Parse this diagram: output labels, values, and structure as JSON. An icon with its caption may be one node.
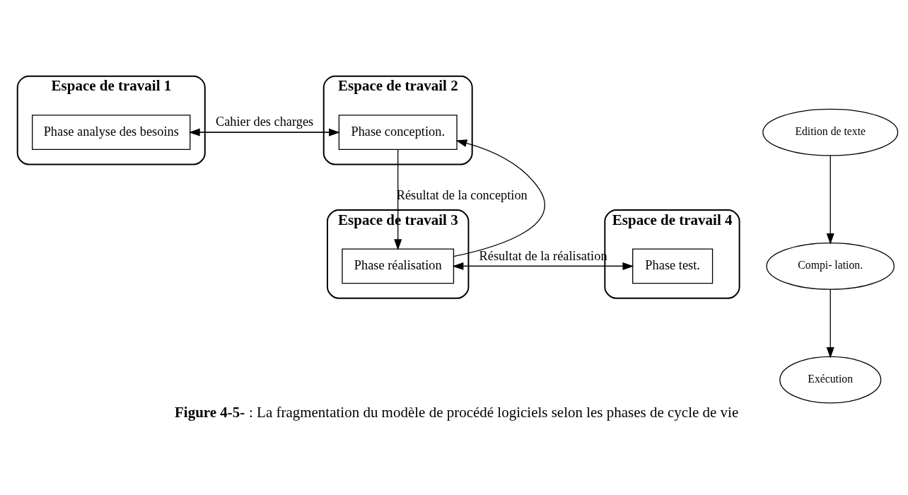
{
  "diagram": {
    "caption": "**Figure 4-5-** : La fragmentation du modèle de procédé logiciels selon les phases de cycle de vie",
    "nodes": [
      {
        "text": [
          "Espace de travail 1"
        ]
      },
      {
        "text": [
          "Phase analyse des besoins"
        ],
        "in": 0
      },
      {
        "text": [
          "Espace de travail 2"
        ]
      },
      {
        "text": [
          "Phase conception."
        ],
        "in": 2
      },
      {
        "text": [
          "Espace de travail 4"
        ]
      },
      {
        "text": [
          "Phase test."
        ],
        "in": 4
      },
      {
        "text": [
          "Espace de travail 3"
        ]
      },
      {
        "text": [
          "Phase réalisation"
        ],
        "in": 6
      },
      {
        "text": [
          "Edition de texte"
        ]
      },
      {
        "text": [
          "Compi- lation."
        ]
      },
      {
        "text": [
          "Exécution"
        ]
      }
    ],
    "edges": [
      {
        "from": 1,
        "to": 3,
        "arrow": "to",
        "label": "Cahier des charges"
      },
      {
        "from": 3,
        "to": 1,
        "arrow": "to"
      },
      {
        "from": 3,
        "to": 7,
        "arrow": "to",
        "label": "Résultat de la conception"
      },
      {
        "from": 7,
        "to": 3,
        "arrow": "to"
      },
      {
        "from": 7,
        "to": 5,
        "arrow": "to",
        "label": "Résultat de la réalisation"
      },
      {
        "from": 5,
        "to": 7,
        "arrow": "to"
      },
      {
        "from": 8,
        "to": 9,
        "arrow": "to"
      },
      {
        "from": 9,
        "to": 10,
        "arrow": "to"
      }
    ]
  }
}
